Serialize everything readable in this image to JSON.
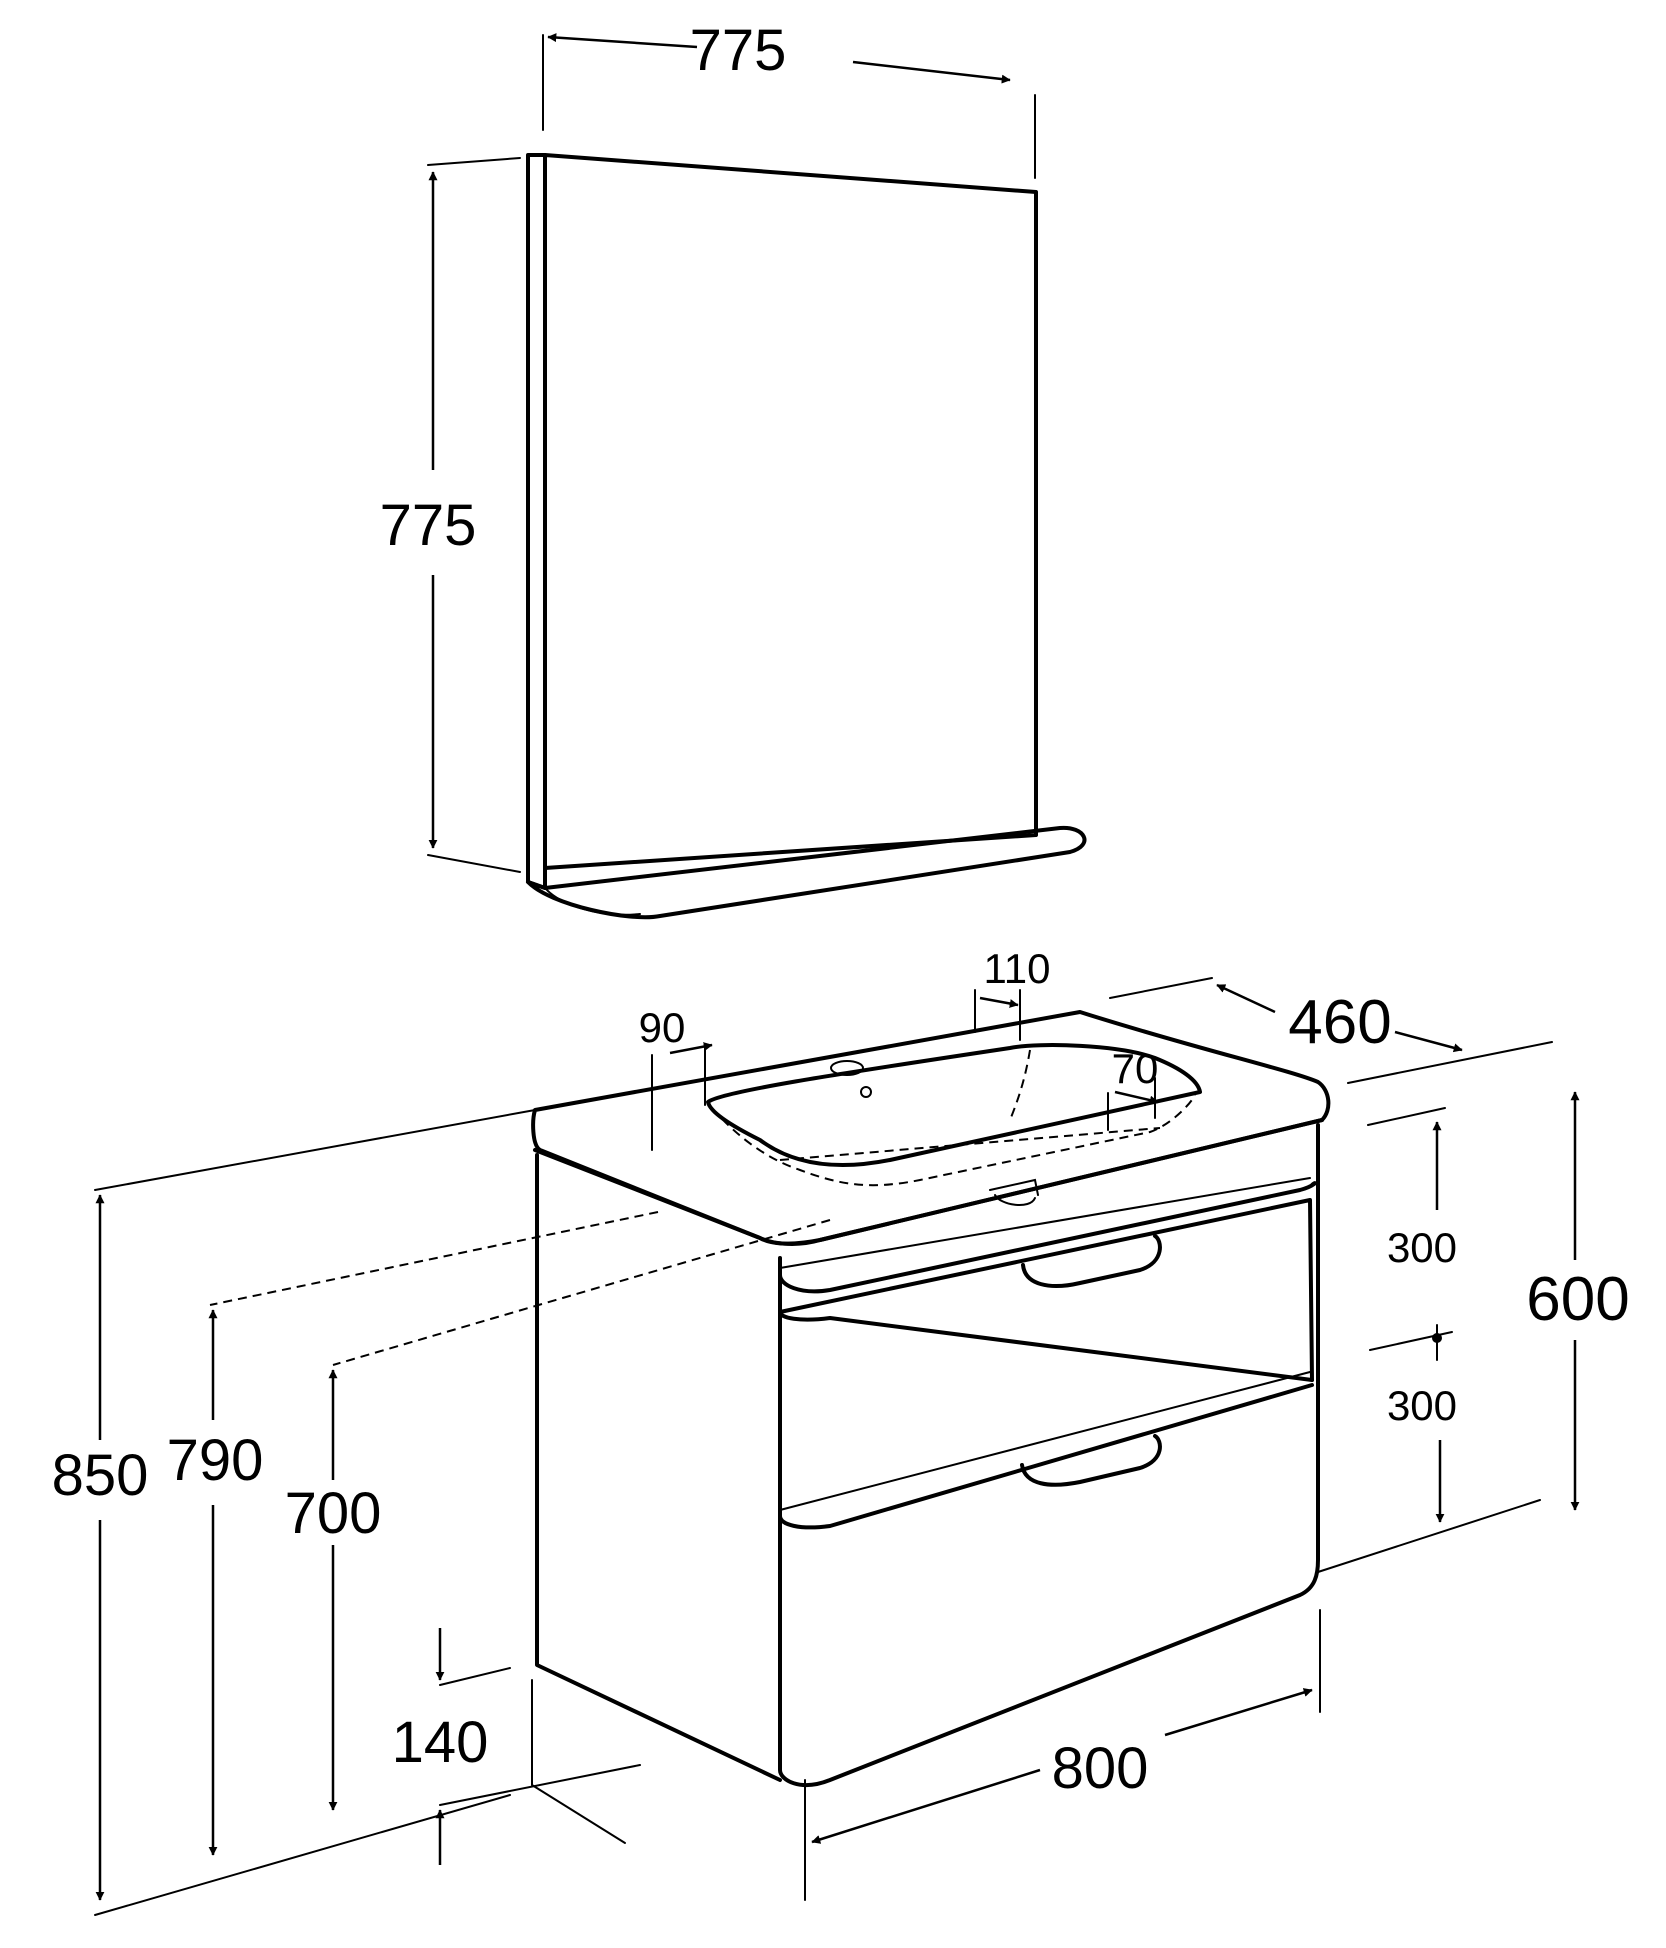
{
  "dimensions": {
    "mirror_width": "775",
    "mirror_height": "775",
    "depth": "460",
    "basin_tap_offset": "110",
    "basin_left_rim": "90",
    "basin_right_rim": "70",
    "total_height_top": "600",
    "upper_half": "300",
    "lower_half": "300",
    "height_850": "850",
    "height_790": "790",
    "height_700": "700",
    "gap_140": "140",
    "cabinet_width": "800"
  }
}
